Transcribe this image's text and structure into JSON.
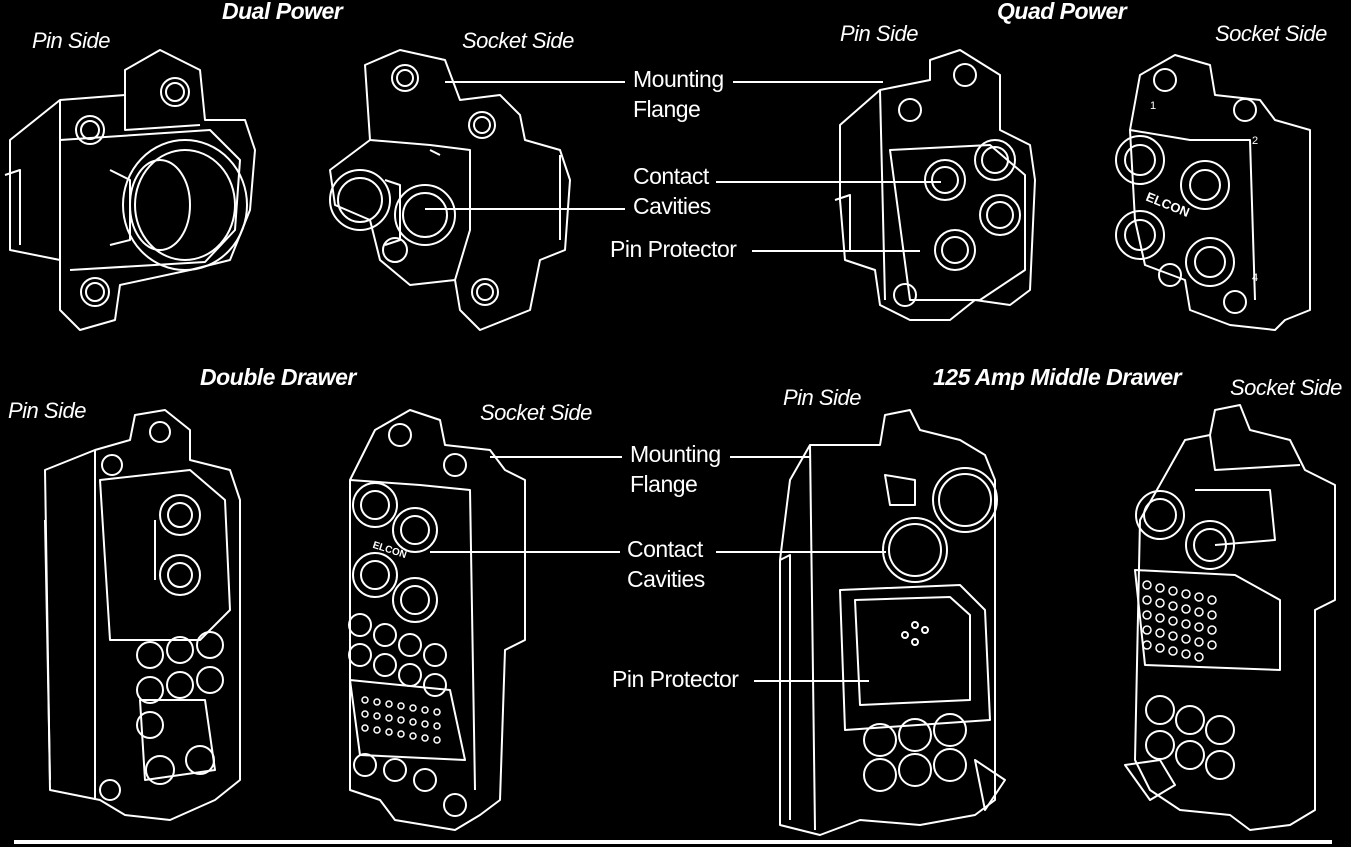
{
  "titles": {
    "dual_power": "Dual Power",
    "quad_power": "Quad Power",
    "double_drawer": "Double Drawer",
    "middle_drawer": "125 Amp Middle Drawer"
  },
  "sides": {
    "pin": "Pin Side",
    "socket": "Socket Side"
  },
  "callouts": {
    "mounting_1": "Mounting",
    "mounting_2": "Flange",
    "contact_1": "Contact",
    "contact_2": "Cavities",
    "pin_protector": "Pin Protector"
  },
  "brand": "ELCON",
  "cavity_numbers": [
    "1",
    "2",
    "4"
  ]
}
